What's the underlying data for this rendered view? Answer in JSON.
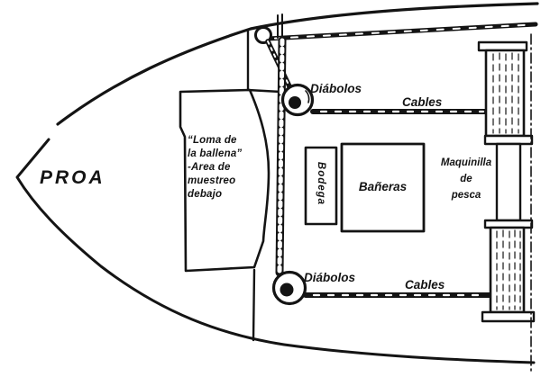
{
  "labels": {
    "bow": "PROA",
    "sampling_area": [
      "“Loma de",
      "la ballena”",
      "-Area de",
      "muestreo",
      "debajo"
    ],
    "pulley_top": "Diábolos",
    "cable_top": "Cables",
    "pulley_bottom": "Diábolos",
    "cable_bottom": "Cables",
    "hold": "Bodega",
    "tubs": "Bañeras",
    "winch": [
      "Maquinilla",
      "de",
      "pesca"
    ]
  },
  "colors": {
    "ink": "#141414",
    "paper": "#ffffff"
  }
}
